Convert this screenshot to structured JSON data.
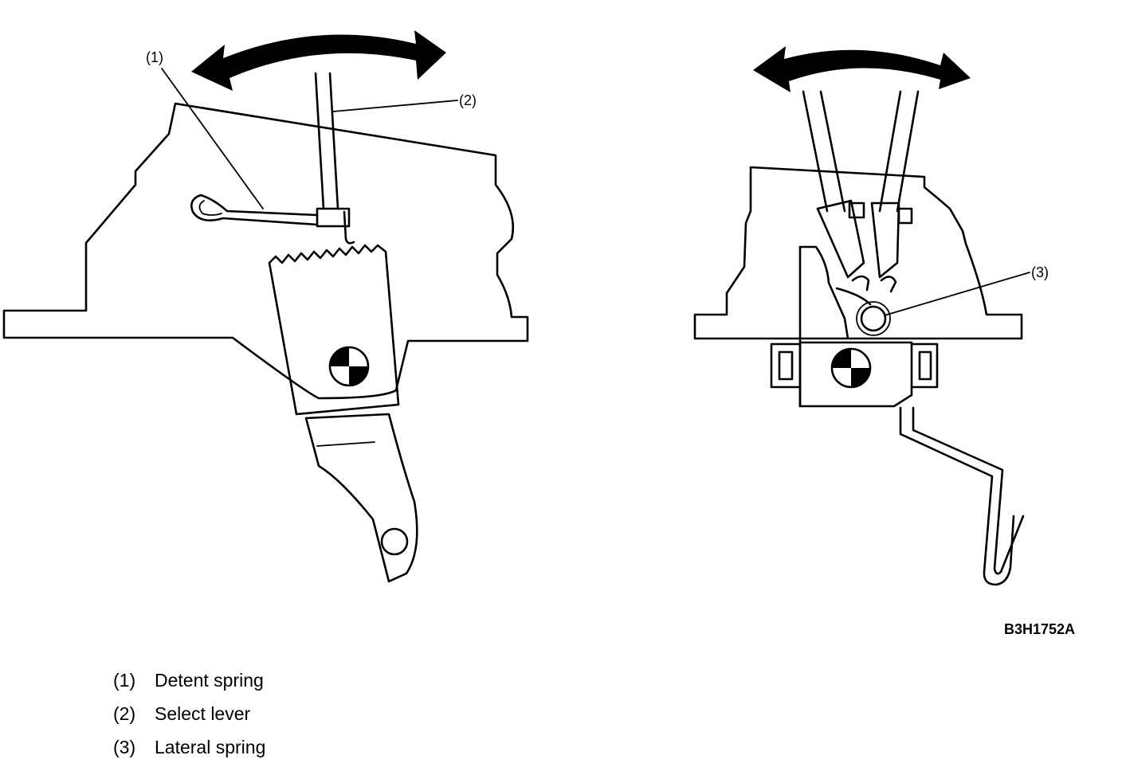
{
  "callouts": [
    {
      "id": "1",
      "label": "(1)"
    },
    {
      "id": "2",
      "label": "(2)"
    },
    {
      "id": "3",
      "label": "(3)"
    }
  ],
  "figure_code": "B3H1752A",
  "legend": [
    {
      "num": "(1)",
      "text": "Detent spring"
    },
    {
      "num": "(2)",
      "text": "Select lever"
    },
    {
      "num": "(3)",
      "text": "Lateral spring"
    }
  ]
}
